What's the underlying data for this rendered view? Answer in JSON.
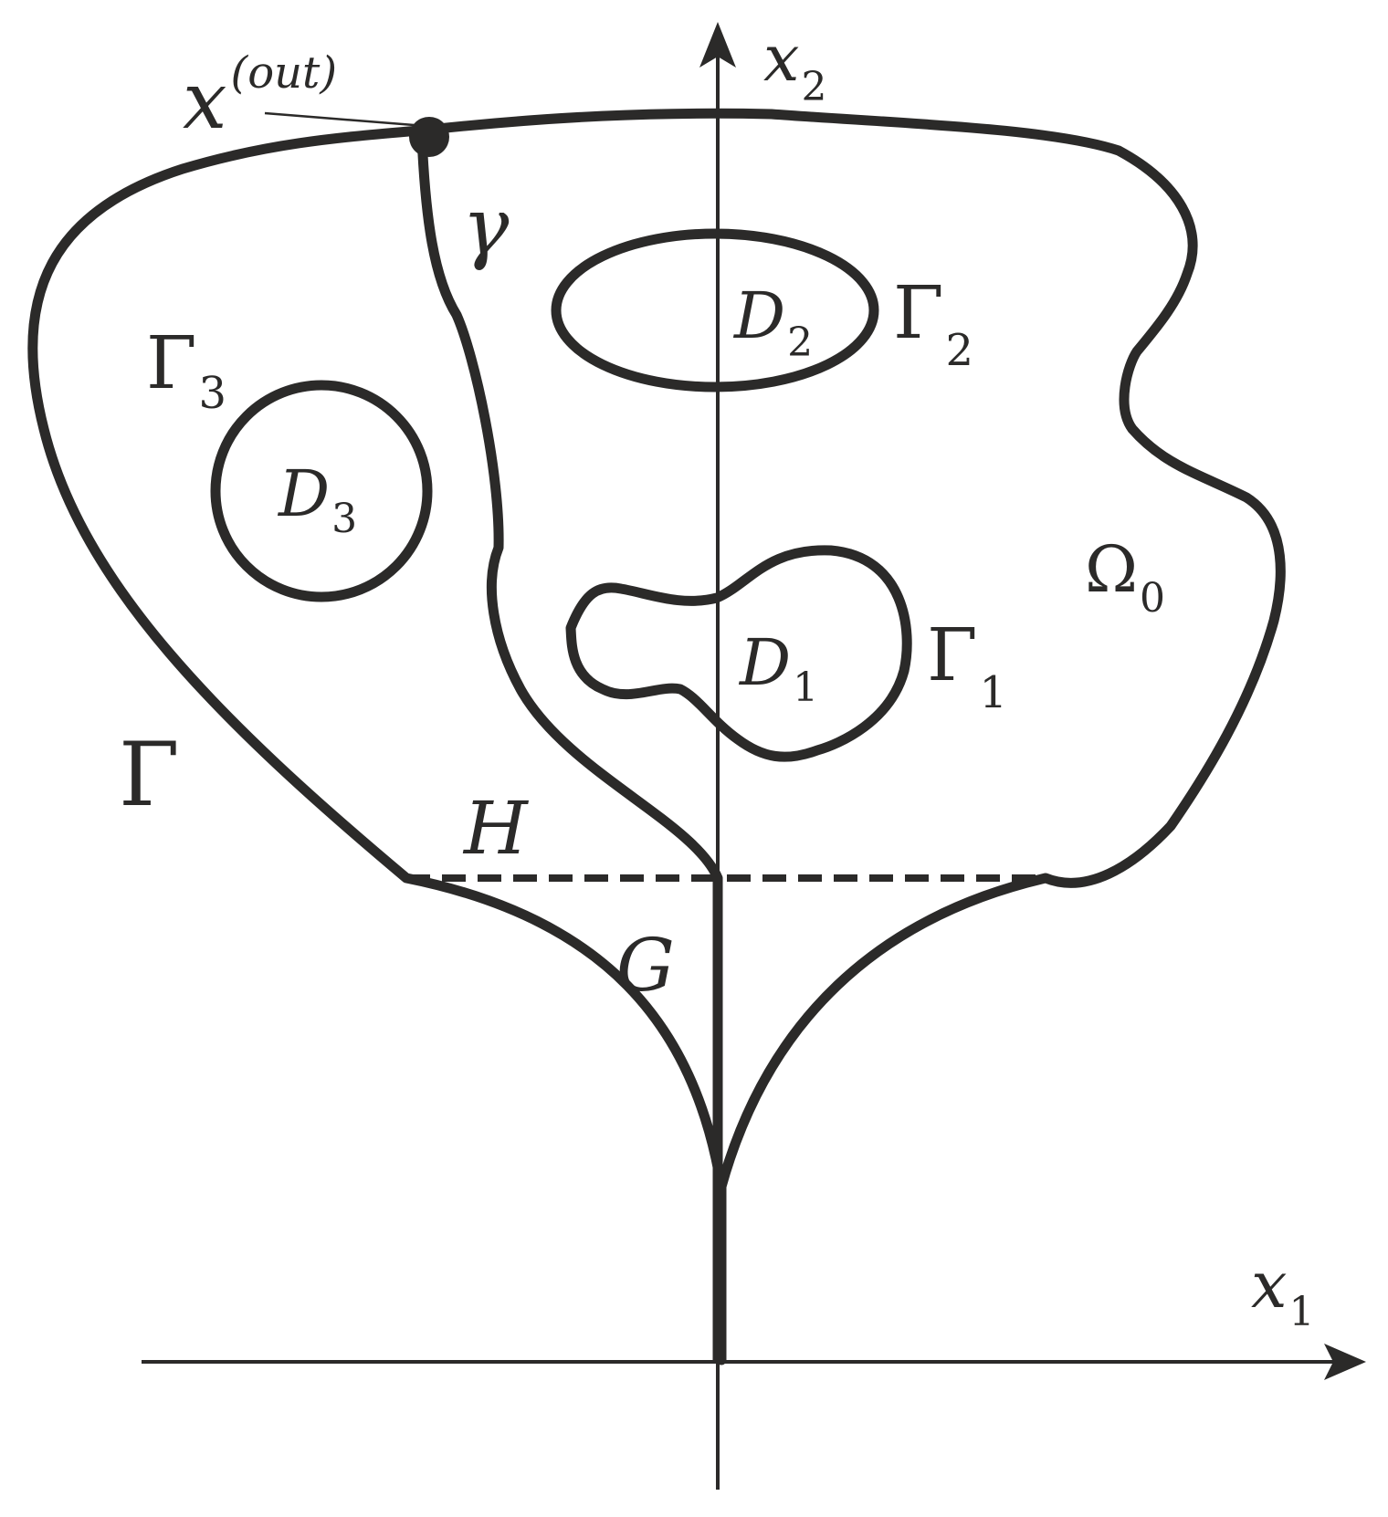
{
  "colors": {
    "ink": "#2b2a29",
    "background": "#ffffff"
  },
  "labels": {
    "x2_base": "x",
    "x2_sub": "2",
    "x1_base": "x",
    "x1_sub": "1",
    "xout_base": "x",
    "xout_sup": "(out)",
    "gamma": "γ",
    "Gamma": "Γ",
    "Gamma1_base": "Γ",
    "Gamma1_sub": "1",
    "Gamma2_base": "Γ",
    "Gamma2_sub": "2",
    "Gamma3_base": "Γ",
    "Gamma3_sub": "3",
    "D1_base": "D",
    "D1_sub": "1",
    "D2_base": "D",
    "D2_sub": "2",
    "D3_base": "D",
    "D3_sub": "3",
    "Omega0_base": "Ω",
    "Omega0_sub": "0",
    "H": "H",
    "G": "G"
  }
}
